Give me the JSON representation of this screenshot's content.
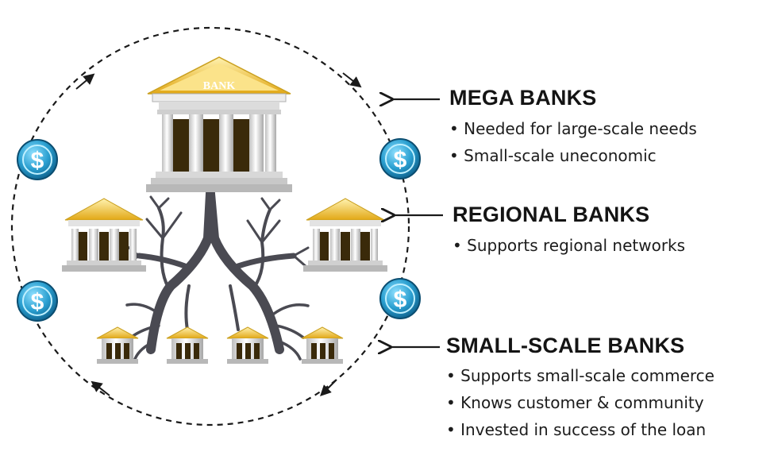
{
  "bank_sign": "BANK",
  "coin_symbol": "$",
  "tiers": [
    {
      "id": "mega",
      "title": "MEGA BANKS",
      "bullets": [
        "Needed for  large-scale needs",
        "Small-scale uneconomic"
      ]
    },
    {
      "id": "regional",
      "title": "REGIONAL BANKS",
      "bullets": [
        "Supports regional networks"
      ]
    },
    {
      "id": "small",
      "title": "SMALL-SCALE BANKS",
      "bullets": [
        "Supports small-scale commerce",
        "Knows customer & community",
        "Invested in success of the loan"
      ]
    }
  ],
  "colors": {
    "roof_gold": "#f0c030",
    "columns": "#e6e6e6",
    "doors": "#3a2a0a",
    "tree": "#4a4a52",
    "coin": "#2a9fd0",
    "text": "#141414"
  }
}
